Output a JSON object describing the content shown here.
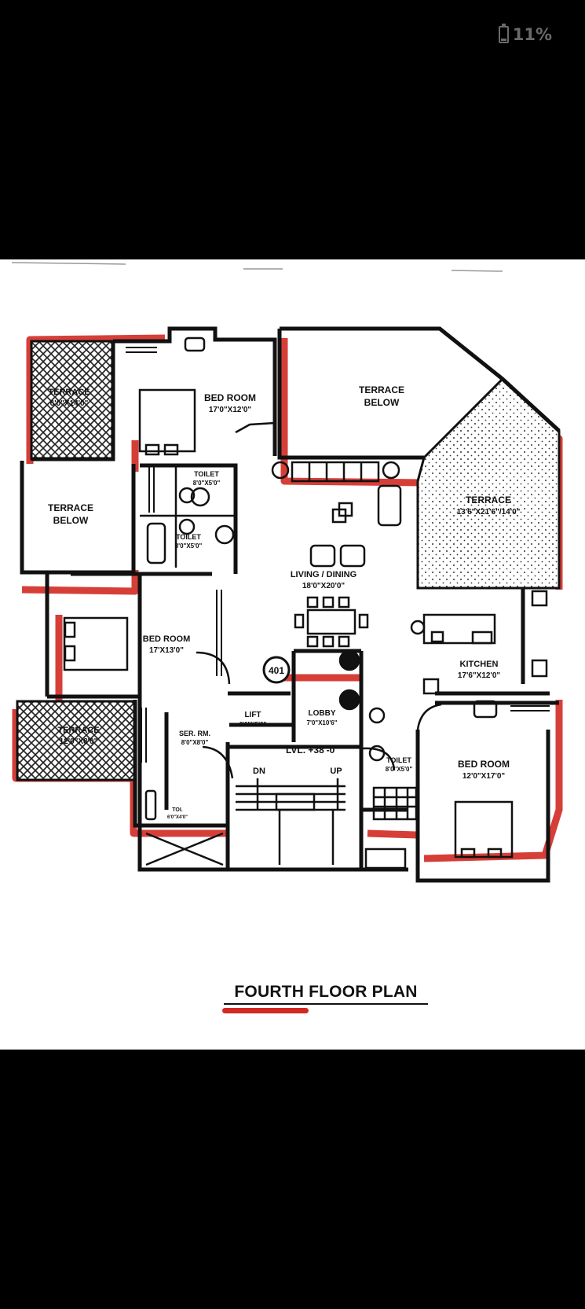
{
  "status_bar": {
    "battery_level": "11%",
    "battery_icon": "battery-low-icon"
  },
  "plan": {
    "title": "FOURTH FLOOR PLAN",
    "rooms": {
      "terrace_nw": {
        "name": "TERRACE",
        "size": "6'0\"X14'0\""
      },
      "bedroom_top": {
        "name": "BED ROOM",
        "size": "17'0\"X12'0\""
      },
      "terrace_below_top": {
        "name": "TERRACE",
        "sub": "BELOW"
      },
      "terrace_below_left": {
        "name": "TERRACE",
        "sub": "BELOW"
      },
      "toilet_upper": {
        "name": "TOILET",
        "size": "8'0\"X5'0\""
      },
      "toilet_lower": {
        "name": "TOILET",
        "size": "8'0\"X5'0\""
      },
      "terrace_east": {
        "name": "TERRACE",
        "size": "13'6\"X21'6\"/14'0\""
      },
      "living_dining": {
        "name": "LIVING / DINING",
        "size": "18'0\"X20'0\""
      },
      "bedroom_west": {
        "name": "BED ROOM",
        "size": "17'X13'0\""
      },
      "kitchen": {
        "name": "KITCHEN",
        "size": "17'6\"X12'0\""
      },
      "unit_number": "401",
      "terrace_sw": {
        "name": "TERRACE",
        "size": "12'0\"X8'0\""
      },
      "servant_room": {
        "name": "SER. RM.",
        "size": "8'0\"X8'0\""
      },
      "lift": {
        "name": "LIFT",
        "size": "6'0\"X5'0\""
      },
      "lobby": {
        "name": "LOBBY",
        "size": "7'0\"X10'6\""
      },
      "toilet_lobby": {
        "name": "TOILET",
        "size": "8'0\"X5'0\""
      },
      "bedroom_se": {
        "name": "BED ROOM",
        "size": "12'0\"X17'0\""
      },
      "level": "LVL. +38'-0\"",
      "stair_down": "DN",
      "stair_up": "UP",
      "toilet_small": {
        "name": "TOI.",
        "size": "6'0\"X4'0\""
      }
    },
    "colors": {
      "wall": "#111111",
      "markup": "#d12a22",
      "paper": "#ffffff"
    }
  }
}
